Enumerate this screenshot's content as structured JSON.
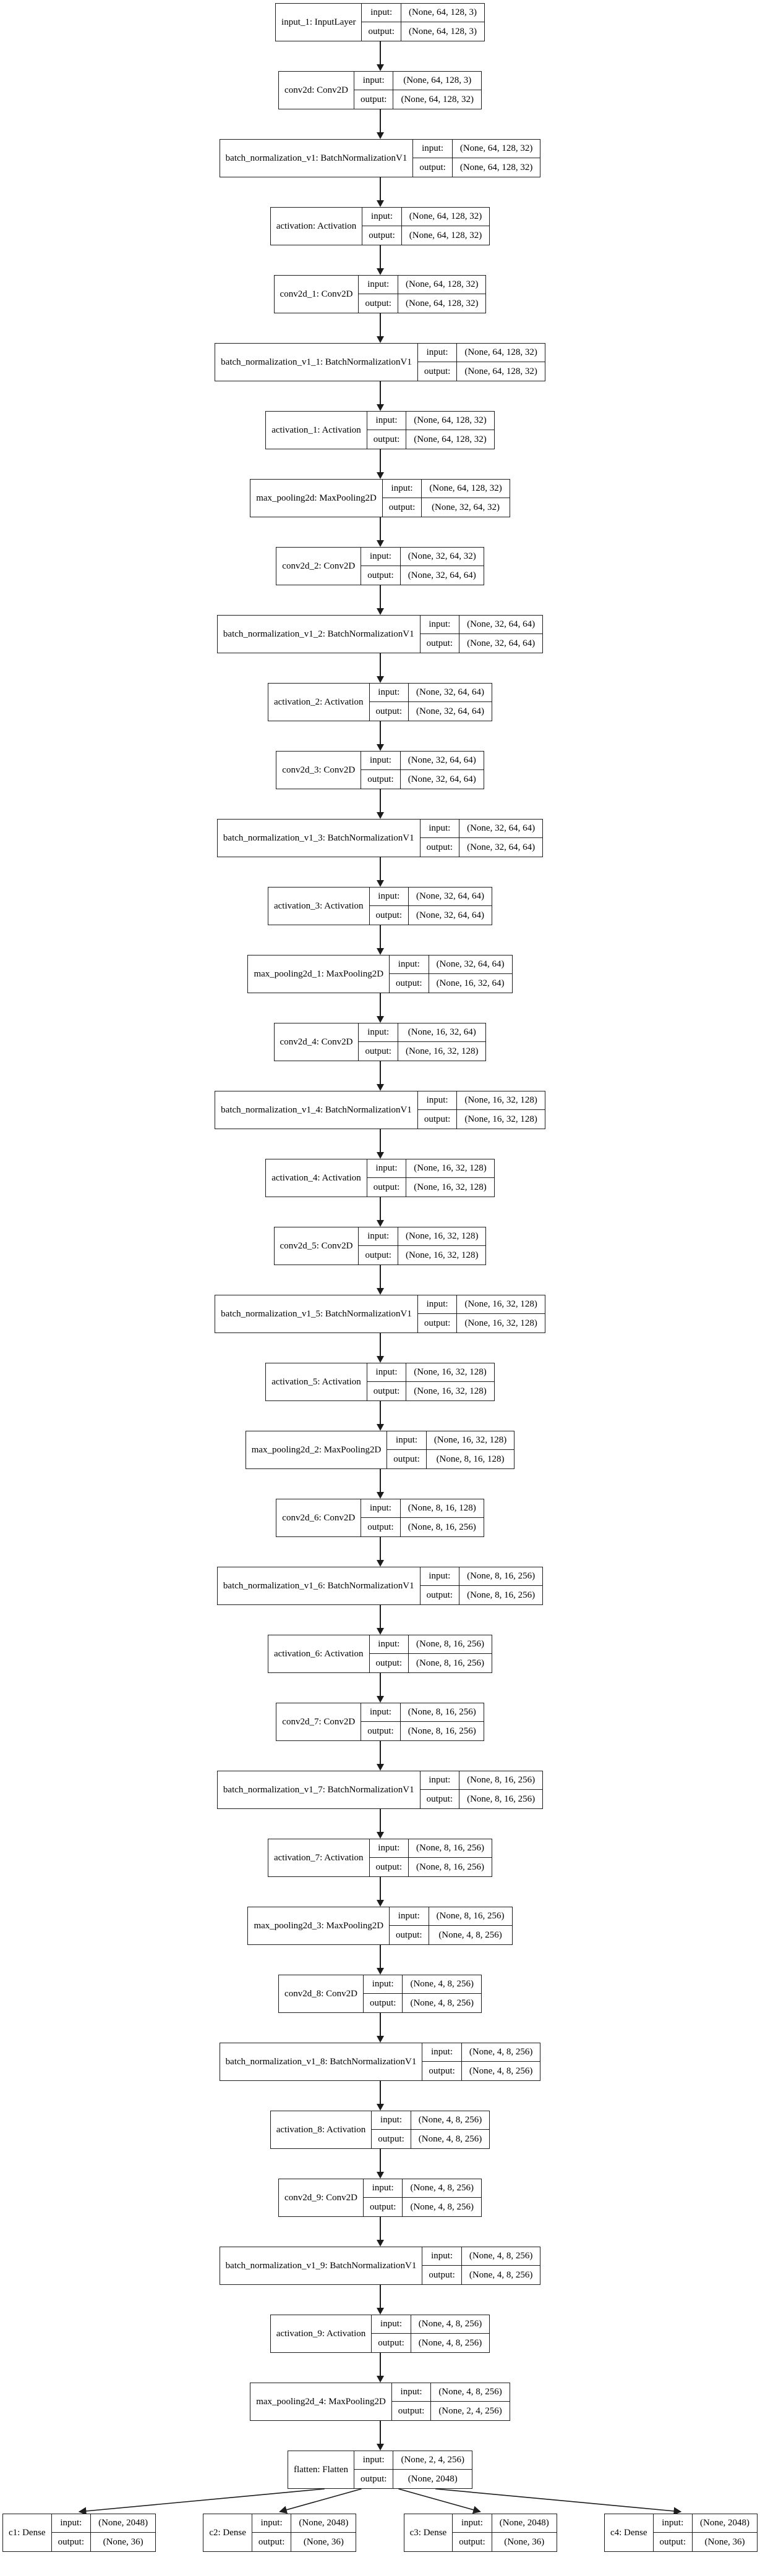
{
  "diagram": {
    "kind": "keras-model-architecture",
    "colors": {
      "line": "#1c1c1c",
      "background": "#ffffff",
      "text": "#000000"
    },
    "io_labels": {
      "input": "input:",
      "output": "output:"
    },
    "chain": [
      {
        "id": "input_1",
        "label": "input_1: InputLayer",
        "input": "(None, 64, 128, 3)",
        "output": "(None, 64, 128, 3)"
      },
      {
        "id": "conv2d",
        "label": "conv2d: Conv2D",
        "input": "(None, 64, 128, 3)",
        "output": "(None, 64, 128, 32)"
      },
      {
        "id": "batch_normalization_v1",
        "label": "batch_normalization_v1: BatchNormalizationV1",
        "input": "(None, 64, 128, 32)",
        "output": "(None, 64, 128, 32)"
      },
      {
        "id": "activation",
        "label": "activation: Activation",
        "input": "(None, 64, 128, 32)",
        "output": "(None, 64, 128, 32)"
      },
      {
        "id": "conv2d_1",
        "label": "conv2d_1: Conv2D",
        "input": "(None, 64, 128, 32)",
        "output": "(None, 64, 128, 32)"
      },
      {
        "id": "batch_normalization_v1_1",
        "label": "batch_normalization_v1_1: BatchNormalizationV1",
        "input": "(None, 64, 128, 32)",
        "output": "(None, 64, 128, 32)"
      },
      {
        "id": "activation_1",
        "label": "activation_1: Activation",
        "input": "(None, 64, 128, 32)",
        "output": "(None, 64, 128, 32)"
      },
      {
        "id": "max_pooling2d",
        "label": "max_pooling2d: MaxPooling2D",
        "input": "(None, 64, 128, 32)",
        "output": "(None, 32, 64, 32)"
      },
      {
        "id": "conv2d_2",
        "label": "conv2d_2: Conv2D",
        "input": "(None, 32, 64, 32)",
        "output": "(None, 32, 64, 64)"
      },
      {
        "id": "batch_normalization_v1_2",
        "label": "batch_normalization_v1_2: BatchNormalizationV1",
        "input": "(None, 32, 64, 64)",
        "output": "(None, 32, 64, 64)"
      },
      {
        "id": "activation_2",
        "label": "activation_2: Activation",
        "input": "(None, 32, 64, 64)",
        "output": "(None, 32, 64, 64)"
      },
      {
        "id": "conv2d_3",
        "label": "conv2d_3: Conv2D",
        "input": "(None, 32, 64, 64)",
        "output": "(None, 32, 64, 64)"
      },
      {
        "id": "batch_normalization_v1_3",
        "label": "batch_normalization_v1_3: BatchNormalizationV1",
        "input": "(None, 32, 64, 64)",
        "output": "(None, 32, 64, 64)"
      },
      {
        "id": "activation_3",
        "label": "activation_3: Activation",
        "input": "(None, 32, 64, 64)",
        "output": "(None, 32, 64, 64)"
      },
      {
        "id": "max_pooling2d_1",
        "label": "max_pooling2d_1: MaxPooling2D",
        "input": "(None, 32, 64, 64)",
        "output": "(None, 16, 32, 64)"
      },
      {
        "id": "conv2d_4",
        "label": "conv2d_4: Conv2D",
        "input": "(None, 16, 32, 64)",
        "output": "(None, 16, 32, 128)"
      },
      {
        "id": "batch_normalization_v1_4",
        "label": "batch_normalization_v1_4: BatchNormalizationV1",
        "input": "(None, 16, 32, 128)",
        "output": "(None, 16, 32, 128)"
      },
      {
        "id": "activation_4",
        "label": "activation_4: Activation",
        "input": "(None, 16, 32, 128)",
        "output": "(None, 16, 32, 128)"
      },
      {
        "id": "conv2d_5",
        "label": "conv2d_5: Conv2D",
        "input": "(None, 16, 32, 128)",
        "output": "(None, 16, 32, 128)"
      },
      {
        "id": "batch_normalization_v1_5",
        "label": "batch_normalization_v1_5: BatchNormalizationV1",
        "input": "(None, 16, 32, 128)",
        "output": "(None, 16, 32, 128)"
      },
      {
        "id": "activation_5",
        "label": "activation_5: Activation",
        "input": "(None, 16, 32, 128)",
        "output": "(None, 16, 32, 128)"
      },
      {
        "id": "max_pooling2d_2",
        "label": "max_pooling2d_2: MaxPooling2D",
        "input": "(None, 16, 32, 128)",
        "output": "(None, 8, 16, 128)"
      },
      {
        "id": "conv2d_6",
        "label": "conv2d_6: Conv2D",
        "input": "(None, 8, 16, 128)",
        "output": "(None, 8, 16, 256)"
      },
      {
        "id": "batch_normalization_v1_6",
        "label": "batch_normalization_v1_6: BatchNormalizationV1",
        "input": "(None, 8, 16, 256)",
        "output": "(None, 8, 16, 256)"
      },
      {
        "id": "activation_6",
        "label": "activation_6: Activation",
        "input": "(None, 8, 16, 256)",
        "output": "(None, 8, 16, 256)"
      },
      {
        "id": "conv2d_7",
        "label": "conv2d_7: Conv2D",
        "input": "(None, 8, 16, 256)",
        "output": "(None, 8, 16, 256)"
      },
      {
        "id": "batch_normalization_v1_7",
        "label": "batch_normalization_v1_7: BatchNormalizationV1",
        "input": "(None, 8, 16, 256)",
        "output": "(None, 8, 16, 256)"
      },
      {
        "id": "activation_7",
        "label": "activation_7: Activation",
        "input": "(None, 8, 16, 256)",
        "output": "(None, 8, 16, 256)"
      },
      {
        "id": "max_pooling2d_3",
        "label": "max_pooling2d_3: MaxPooling2D",
        "input": "(None, 8, 16, 256)",
        "output": "(None, 4, 8, 256)"
      },
      {
        "id": "conv2d_8",
        "label": "conv2d_8: Conv2D",
        "input": "(None, 4, 8, 256)",
        "output": "(None, 4, 8, 256)"
      },
      {
        "id": "batch_normalization_v1_8",
        "label": "batch_normalization_v1_8: BatchNormalizationV1",
        "input": "(None, 4, 8, 256)",
        "output": "(None, 4, 8, 256)"
      },
      {
        "id": "activation_8",
        "label": "activation_8: Activation",
        "input": "(None, 4, 8, 256)",
        "output": "(None, 4, 8, 256)"
      },
      {
        "id": "conv2d_9",
        "label": "conv2d_9: Conv2D",
        "input": "(None, 4, 8, 256)",
        "output": "(None, 4, 8, 256)"
      },
      {
        "id": "batch_normalization_v1_9",
        "label": "batch_normalization_v1_9: BatchNormalizationV1",
        "input": "(None, 4, 8, 256)",
        "output": "(None, 4, 8, 256)"
      },
      {
        "id": "activation_9",
        "label": "activation_9: Activation",
        "input": "(None, 4, 8, 256)",
        "output": "(None, 4, 8, 256)"
      },
      {
        "id": "max_pooling2d_4",
        "label": "max_pooling2d_4: MaxPooling2D",
        "input": "(None, 4, 8, 256)",
        "output": "(None, 2, 4, 256)"
      },
      {
        "id": "flatten",
        "label": "flatten: Flatten",
        "input": "(None, 2, 4, 256)",
        "output": "(None, 2048)"
      }
    ],
    "heads": [
      {
        "id": "c1",
        "label": "c1: Dense",
        "input": "(None, 2048)",
        "output": "(None, 36)"
      },
      {
        "id": "c2",
        "label": "c2: Dense",
        "input": "(None, 2048)",
        "output": "(None, 36)"
      },
      {
        "id": "c3",
        "label": "c3: Dense",
        "input": "(None, 2048)",
        "output": "(None, 36)"
      },
      {
        "id": "c4",
        "label": "c4: Dense",
        "input": "(None, 2048)",
        "output": "(None, 36)"
      }
    ]
  }
}
